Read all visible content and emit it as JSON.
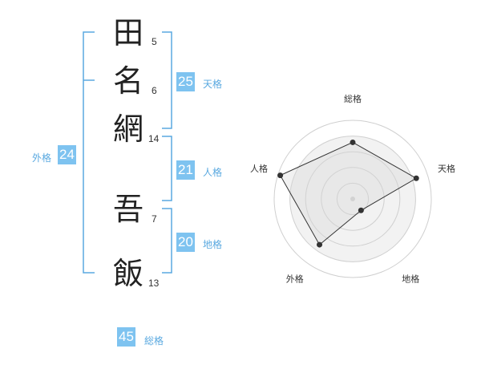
{
  "name_chars": [
    {
      "char": "田",
      "strokes": "5"
    },
    {
      "char": "名",
      "strokes": "6"
    },
    {
      "char": "網",
      "strokes": "14"
    },
    {
      "char": "吾",
      "strokes": "7"
    },
    {
      "char": "飯",
      "strokes": "13"
    }
  ],
  "kakusu": {
    "tenkaku": {
      "value": "25",
      "label": "天格"
    },
    "jinkaku": {
      "value": "21",
      "label": "人格"
    },
    "chikaku": {
      "value": "20",
      "label": "地格"
    },
    "gaikaku": {
      "value": "24",
      "label": "外格"
    },
    "soukaku": {
      "value": "45",
      "label": "総格"
    }
  },
  "colors": {
    "accent": "#7ec3f0",
    "bracket": "#5aa9e0"
  },
  "chart_data": {
    "type": "radar",
    "axes": [
      "総格",
      "天格",
      "地格",
      "外格",
      "人格"
    ],
    "values": [
      0.72,
      0.85,
      0.18,
      0.72,
      0.97
    ],
    "rings": 4,
    "ylim": [
      0,
      1
    ]
  }
}
